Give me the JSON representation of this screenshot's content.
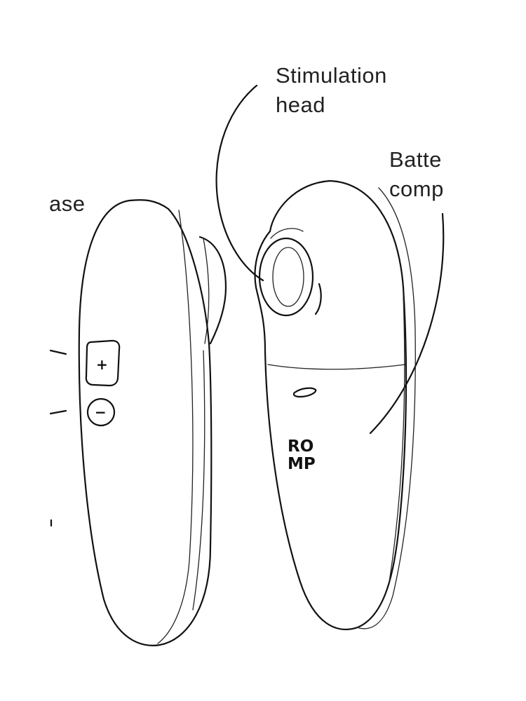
{
  "labels": {
    "stimulation_head_line1": "Stimulation",
    "stimulation_head_line2": "head",
    "battery_line1": "Batte",
    "battery_line2": "comp",
    "left_partial": "ase"
  },
  "buttons": {
    "plus": "+",
    "minus": "−"
  },
  "logo": {
    "line1": "RO",
    "line2": "MP"
  }
}
